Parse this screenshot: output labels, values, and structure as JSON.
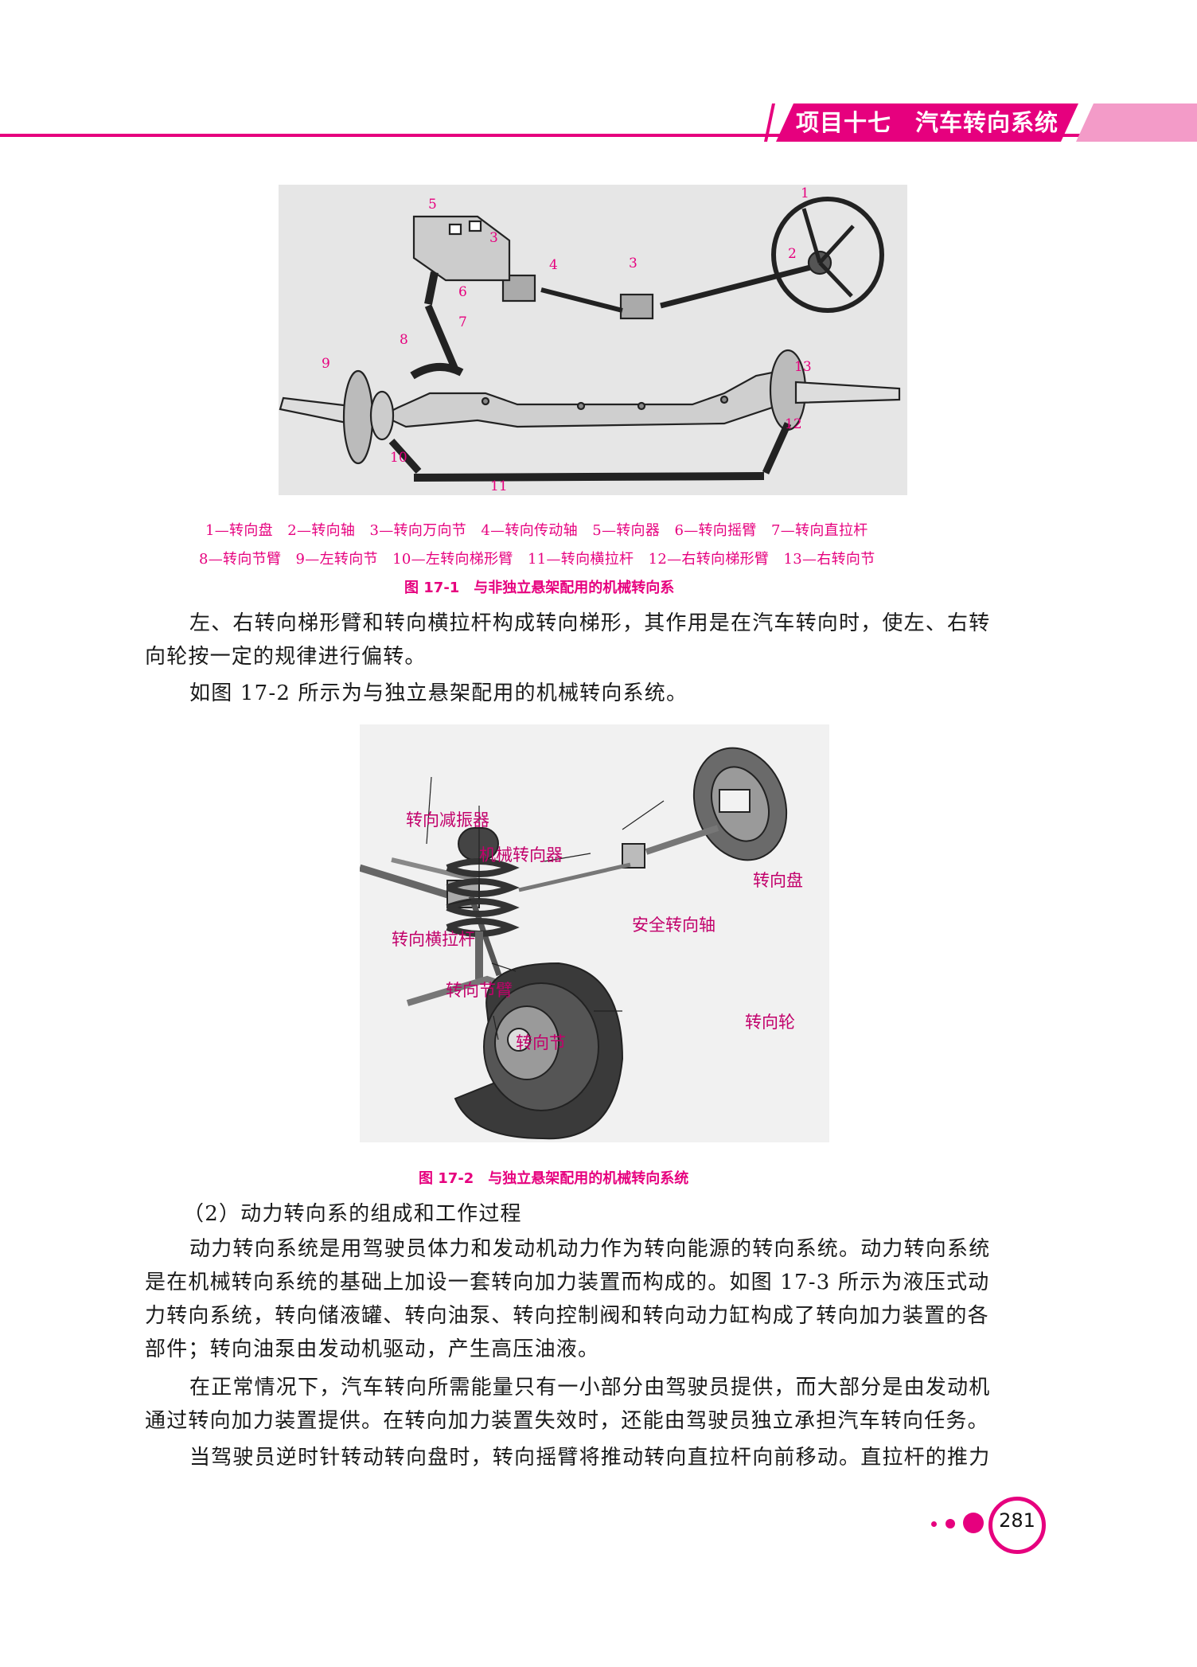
{
  "header": {
    "title": "项目十七　汽车转向系统"
  },
  "figure1": {
    "callouts": [
      "1",
      "2",
      "3",
      "3",
      "4",
      "5",
      "6",
      "7",
      "8",
      "9",
      "10",
      "11",
      "12",
      "13"
    ],
    "legend_line1": "1—转向盘　2—转向轴　3—转向万向节　4—转向传动轴　5—转向器　6—转向摇臂　7—转向直拉杆",
    "legend_line2": "8—转向节臂　9—左转向节　10—左转向梯形臂　11—转向横拉杆　12—右转向梯形臂　13—右转向节",
    "caption": "图 17-1　与非独立悬架配用的机械转向系"
  },
  "para1": [
    "左、右转向梯形臂和转向横拉杆构成转向梯形，其作用是在汽车转向时，使左、右转",
    "向轮按一定的规律进行偏转。"
  ],
  "para2": "如图 17-2 所示为与独立悬架配用的机械转向系统。",
  "figure2": {
    "labels": {
      "damper": "转向减振器",
      "gear": "机械转向器",
      "wheel_disc": "转向盘",
      "safety_shaft": "安全转向轴",
      "tie_rod": "转向横拉杆",
      "knuckle_arm": "转向节臂",
      "road_wheel": "转向轮",
      "knuckle": "转向节"
    },
    "caption": "图 17-2　与独立悬架配用的机械转向系统"
  },
  "section_heading": "（2）动力转向系的组成和工作过程",
  "para3": [
    "动力转向系统是用驾驶员体力和发动机动力作为转向能源的转向系统。动力转向系统",
    "是在机械转向系统的基础上加设一套转向加力装置而构成的。如图 17-3 所示为液压式动",
    "力转向系统，转向储液罐、转向油泵、转向控制阀和转向动力缸构成了转向加力装置的各",
    "部件；转向油泵由发动机驱动，产生高压油液。"
  ],
  "para4": [
    "在正常情况下，汽车转向所需能量只有一小部分由驾驶员提供，而大部分是由发动机",
    "通过转向加力装置提供。在转向加力装置失效时，还能由驾驶员独立承担汽车转向任务。"
  ],
  "para5": "当驾驶员逆时针转动转向盘时，转向摇臂将推动转向直拉杆向前移动。直拉杆的推力",
  "page_number": "281",
  "colors": {
    "accent": "#e6007e",
    "accent_light": "#f39bc8"
  }
}
